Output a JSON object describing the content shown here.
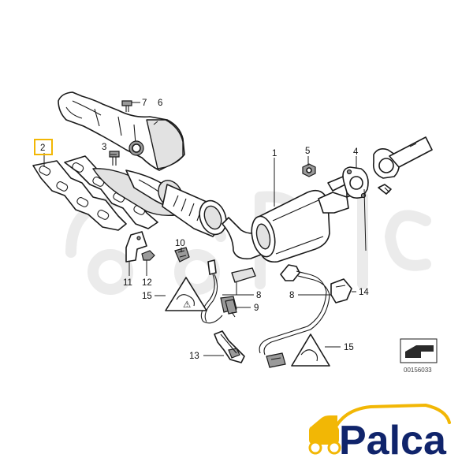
{
  "parts": {
    "p1": "1",
    "p2": "2",
    "p3": "3",
    "p4": "4",
    "p5": "5",
    "p6": "6",
    "p7": "7",
    "p8a": "8",
    "p8b": "8",
    "p9": "9",
    "p10": "10",
    "p11": "11",
    "p12": "12",
    "p13": "13",
    "p14": "14",
    "p15a": "15",
    "p15b": "15"
  },
  "diagram_code": "00156033",
  "brand": {
    "name": "Palca"
  },
  "colors": {
    "highlight": "#f2b705",
    "brand_text": "#10246b",
    "brand_accent": "#f2b705"
  }
}
